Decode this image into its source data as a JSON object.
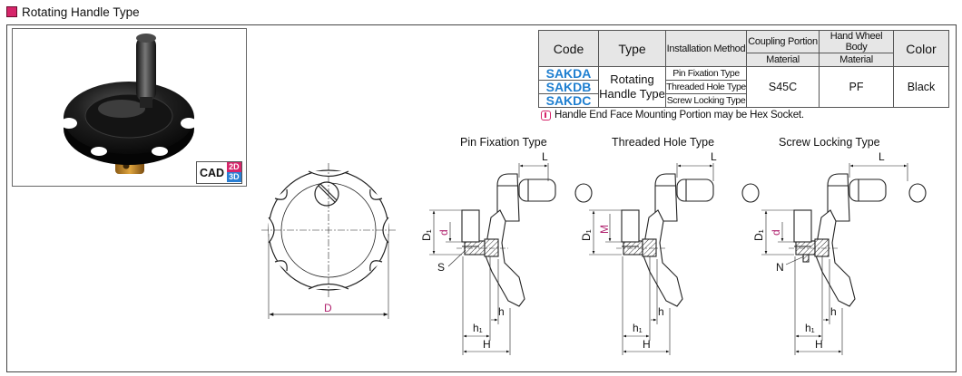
{
  "header": {
    "title": "Rotating Handle Type"
  },
  "cad_badge": {
    "cad": "CAD",
    "d2": "2D",
    "d3": "3D"
  },
  "table": {
    "headers": {
      "code": "Code",
      "type": "Type",
      "installation": "Installation Method",
      "coupling_l1": "Coupling Portion",
      "coupling_l2": "Material",
      "body_l1": "Hand Wheel Body",
      "body_l2": "Material",
      "color": "Color"
    },
    "codes": [
      "SAKDA",
      "SAKDB",
      "SAKDC"
    ],
    "type_l1": "Rotating",
    "type_l2": "Handle Type",
    "methods": [
      "Pin Fixation Type",
      "Threaded Hole Type",
      "Screw Locking Type"
    ],
    "coupling_material": "S45C",
    "body_material": "PF",
    "color": "Black"
  },
  "note": "Handle End Face Mounting Portion may be Hex Socket.",
  "views": {
    "pin": "Pin Fixation Type",
    "threaded": "Threaded Hole Type",
    "screw": "Screw Locking Type"
  },
  "dims": {
    "D": "D",
    "L": "L",
    "D1": "D₁",
    "d": "d",
    "M": "M",
    "S": "S",
    "N": "N",
    "h": "h",
    "h1": "h₁",
    "H": "H"
  },
  "colors": {
    "accent": "#d6256a",
    "code_blue": "#1f7fd0",
    "dim_magenta": "#b0226e"
  }
}
